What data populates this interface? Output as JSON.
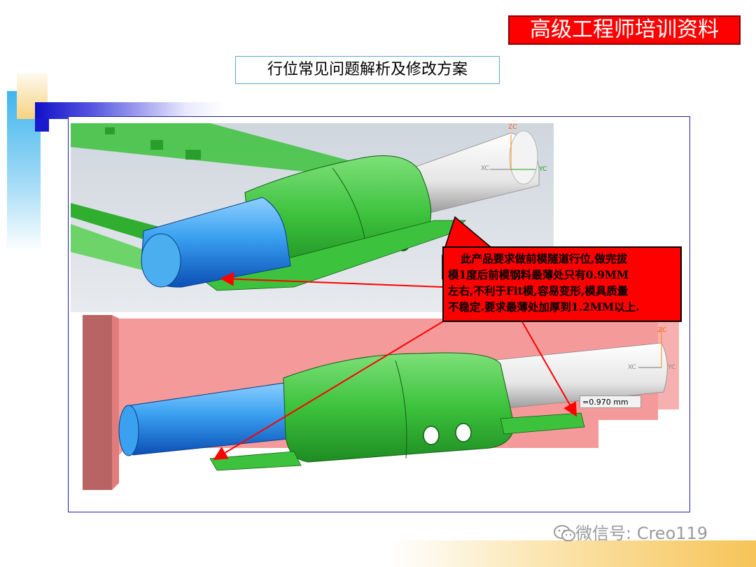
{
  "header": {
    "badge": "高级工程师培训资料"
  },
  "title": "行位常见问题解析及修改方案",
  "annotation": {
    "lines": [
      "此产品要求做前模隧道行位,做完拔",
      "模1度后前模钢料最薄处只有0.9MM",
      "左右,不利于Fit模,容易变形,模具质量",
      "不稳定.要求最薄处加厚到1.2MM以上."
    ]
  },
  "measurement": "=0.970 mm",
  "axes_top": {
    "z": "ZC",
    "x": "XC",
    "y": "YC"
  },
  "axes_bottom": {
    "z": "ZC",
    "x": "XC",
    "y": "YC"
  },
  "watermark": {
    "icon": "wechat-icon",
    "text": "微信号: Creo119"
  },
  "colors": {
    "badge_bg": "#ff0000",
    "callout_bg": "#ff0000",
    "part_green": "#3fc43f",
    "slide_blue": "#3aa0f0",
    "mold_pink": "#f59a9a"
  }
}
